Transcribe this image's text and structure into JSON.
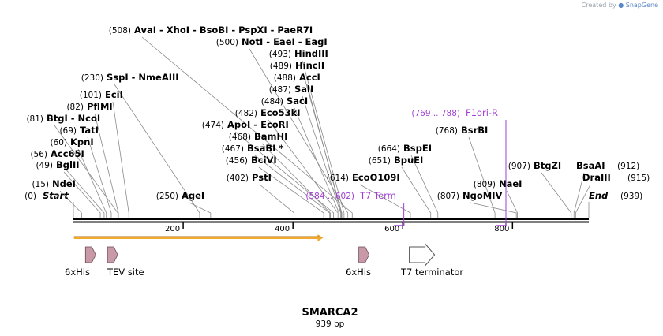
{
  "credit": {
    "prefix": "Created by",
    "brand": "SnapGene"
  },
  "sequence": {
    "name": "SMARCA2",
    "length_label": "939 bp",
    "length": 939
  },
  "colors": {
    "backbone": "#000000",
    "feature_pink": "#c89aa8",
    "orf": "#f0a830",
    "primer": "#a040d0",
    "terminator_fill": "#ffffff"
  },
  "ends": [
    {
      "pos": "(0)",
      "name": "Start"
    },
    {
      "pos": "(939)",
      "name": "End"
    }
  ],
  "ticks": [
    {
      "bp": 200,
      "label": "200"
    },
    {
      "bp": 400,
      "label": "400"
    },
    {
      "bp": 600,
      "label": "600"
    },
    {
      "bp": 800,
      "label": "800"
    }
  ],
  "sites": [
    {
      "pos": "(15)",
      "name": "NdeI",
      "bp": 15
    },
    {
      "pos": "(49)",
      "name": "BglII",
      "bp": 49
    },
    {
      "pos": "(56)",
      "name": "Acc65I",
      "bp": 56
    },
    {
      "pos": "(60)",
      "name": "KpnI",
      "bp": 60
    },
    {
      "pos": "(69)",
      "name": "TatI",
      "bp": 69
    },
    {
      "pos": "(81)",
      "name": "BtgI - NcoI",
      "bp": 81
    },
    {
      "pos": "(82)",
      "name": "PflMI",
      "bp": 82
    },
    {
      "pos": "(101)",
      "name": "EciI",
      "bp": 101
    },
    {
      "pos": "(230)",
      "name": "SspI - NmeAIII",
      "bp": 230
    },
    {
      "pos": "(250)",
      "name": "AgeI",
      "bp": 250
    },
    {
      "pos": "(402)",
      "name": "PstI",
      "bp": 402
    },
    {
      "pos": "(456)",
      "name": "BciVI",
      "bp": 456
    },
    {
      "pos": "(467)",
      "name": "BsaBI *",
      "bp": 467
    },
    {
      "pos": "(468)",
      "name": "BamHI",
      "bp": 468
    },
    {
      "pos": "(474)",
      "name": "ApoI - EcoRI",
      "bp": 474
    },
    {
      "pos": "(482)",
      "name": "Eco53kI",
      "bp": 482
    },
    {
      "pos": "(484)",
      "name": "SacI",
      "bp": 484
    },
    {
      "pos": "(487)",
      "name": "SalI",
      "bp": 487
    },
    {
      "pos": "(488)",
      "name": "AccI",
      "bp": 488
    },
    {
      "pos": "(489)",
      "name": "HincII",
      "bp": 489
    },
    {
      "pos": "(493)",
      "name": "HindIII",
      "bp": 493
    },
    {
      "pos": "(500)",
      "name": "NotI - EaeI - EagI",
      "bp": 500
    },
    {
      "pos": "(508)",
      "name": "AvaI - XhoI - BsoBI - PspXI - PaeR7I",
      "bp": 508
    },
    {
      "pos": "(614)",
      "name": "EcoO109I",
      "bp": 614
    },
    {
      "pos": "(651)",
      "name": "BpuEI",
      "bp": 651
    },
    {
      "pos": "(664)",
      "name": "BspEI",
      "bp": 664
    },
    {
      "pos": "(768)",
      "name": "BsrBI",
      "bp": 768
    },
    {
      "pos": "(807)",
      "name": "NgoMIV",
      "bp": 807
    },
    {
      "pos": "(809)",
      "name": "NaeI",
      "bp": 809
    },
    {
      "pos": "(907)",
      "name": "BtgZI",
      "bp": 907
    },
    {
      "pos": "(912)",
      "name": "BsaAI",
      "bp": 912
    },
    {
      "pos": "(915)",
      "name": "DraIII",
      "bp": 915
    }
  ],
  "primers": [
    {
      "range": "(584 .. 602)",
      "name": "T7 Term",
      "start": 584,
      "end": 602,
      "strand": "reverse"
    },
    {
      "range": "(769 .. 788)",
      "name": "F1ori-R",
      "start": 769,
      "end": 788,
      "strand": "reverse"
    }
  ],
  "features": [
    {
      "name": "6xHis",
      "type": "tag",
      "bp": 22
    },
    {
      "name": "TEV site",
      "type": "site",
      "bp": 62
    },
    {
      "name": "6xHis",
      "type": "tag",
      "bp": 520
    },
    {
      "name": "T7 terminator",
      "type": "terminator",
      "bp": 612
    }
  ],
  "orf": {
    "start": 1,
    "end": 455,
    "strand": "forward"
  }
}
